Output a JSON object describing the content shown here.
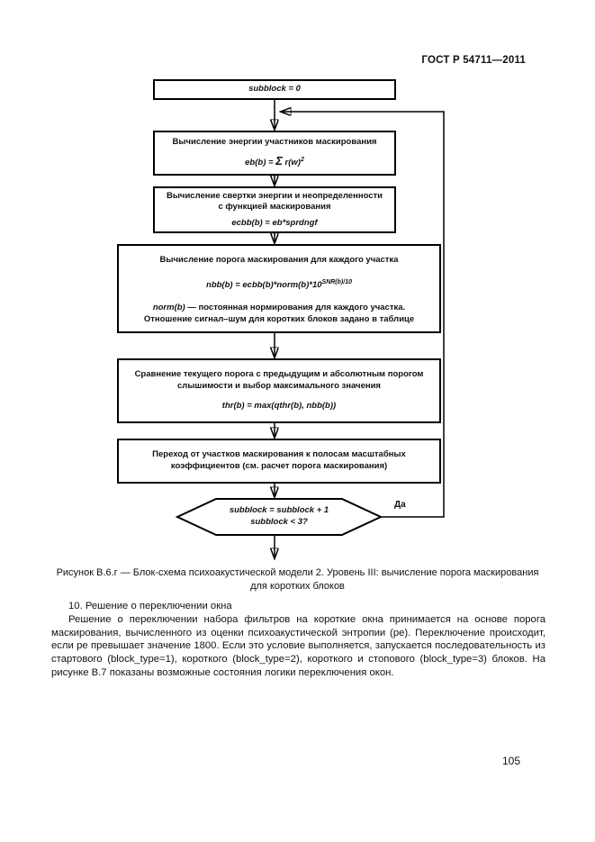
{
  "header": {
    "title": "ГОСТ Р 54711—2011"
  },
  "flowchart": {
    "box1": {
      "text": "subblock = 0"
    },
    "box2": {
      "line1": "Вычисление энергии участников маскирования",
      "formula_pre": "eb(b) = ",
      "sigma": "Σ",
      "formula_post": " r(w)",
      "formula_sup": "2"
    },
    "box3": {
      "line1": "Вычисление свертки энергии и неопределенности",
      "line2": "с функцией маскирования",
      "formula": "ecbb(b) = eb*sprdngf"
    },
    "box4": {
      "line1": "Вычисление порога маскирования для каждого участка",
      "formula_base": "nbb(b) = ecbb(b)*norm(b)*10",
      "formula_sup": "SNR(b)/10",
      "note1_var": "norm(b)",
      "note1_rest": " — постоянная нормирования для каждого участка.",
      "note2": "Отношение сигнал–шум для коротких блоков задано в таблице"
    },
    "box5": {
      "line1": "Сравнение текущего порога с предыдущим и абсолютным порогом",
      "line2": "слышимости и выбор максимального значения",
      "formula": "thr(b) = max(qthr(b), nbb(b))"
    },
    "box6": {
      "line1": "Переход от участков маскирования к полосам масштабных",
      "line2": "коэффициентов (см. расчет порога маскирования)"
    },
    "decision": {
      "line1": "subblock = subblock + 1",
      "line2": "subblock < 3?"
    },
    "yes_label": "Да"
  },
  "caption": {
    "line1": "Рисунок В.6.г — Блок-схема психоакустической модели 2. Уровень III: вычисление порога маскирования",
    "line2": "для коротких блоков"
  },
  "body": {
    "heading": "10. Решение о переключении окна",
    "paragraph": "Решение о переключении набора фильтров на короткие окна принимается на основе порога маскирования, вычисленного из оценки психоакустической энтропии (ре). Переключение происходит, если ре превышает значение 1800. Если это условие выполняется, запускается последовательность из стартового (block_type=1), короткого (block_type=2), короткого и стопового (block_type=3) блоков. На рисунке В.7 показаны возможные состояния логики переключения окон."
  },
  "footer": {
    "page_number": "105"
  }
}
